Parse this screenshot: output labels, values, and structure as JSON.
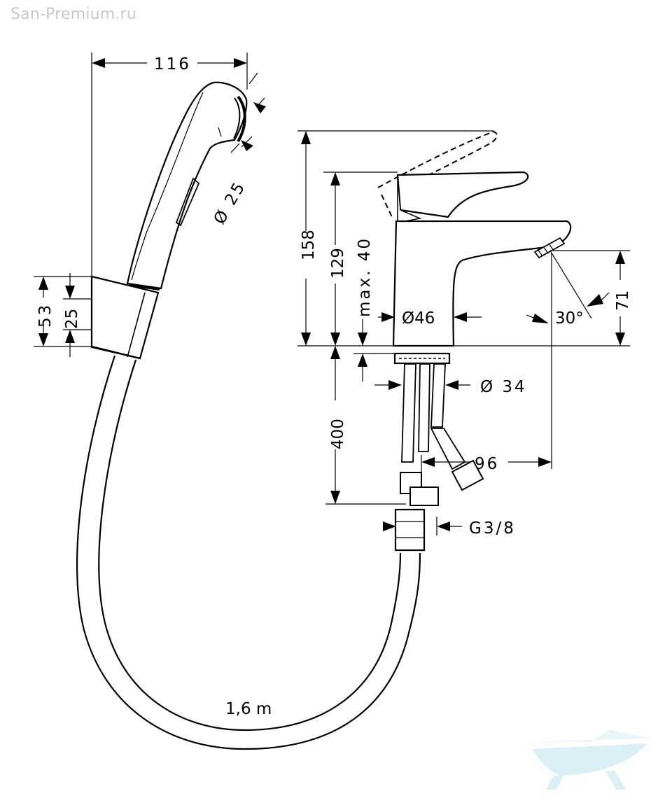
{
  "watermark": "San-Premium.ru",
  "dimensions": {
    "handshower_width": "116",
    "handshower_diameter": "Ø 25",
    "holder_height": "53",
    "holder_inner": "25",
    "mixer_height_total": "158",
    "mixer_height_body": "129",
    "max_thickness": "max. 40",
    "base_diameter": "Ø46",
    "spout_angle": "30°",
    "spout_height": "71",
    "connection_length": "400",
    "shank_diameter": "Ø 34",
    "spout_reach": "96",
    "thread": "G3/8",
    "hose_length": "1,6 m"
  },
  "colors": {
    "line": "#000000",
    "watermark_text": "#c8c8c8",
    "logo_blue": "#bfe3f2"
  },
  "icons": {
    "logo": "bathtub-logo-icon"
  }
}
